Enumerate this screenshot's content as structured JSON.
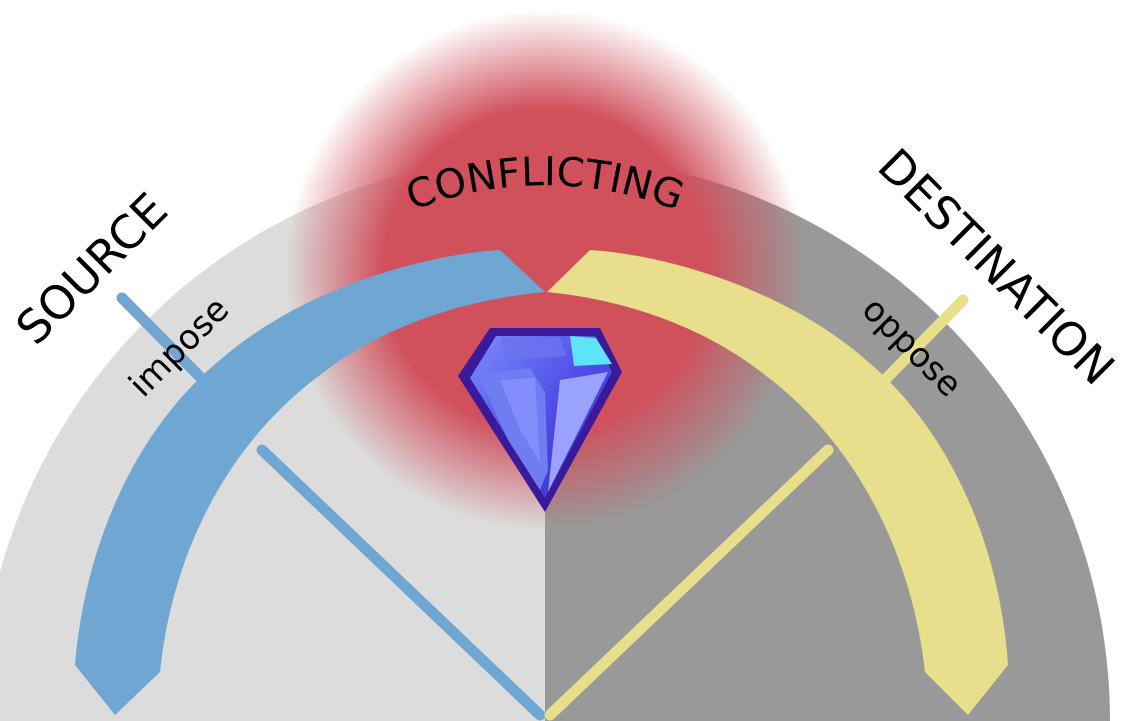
{
  "labels": {
    "source": "SOURCE",
    "destination": "DESTINATION",
    "conflicting": "CONFLICTING",
    "impose": "impose",
    "oppose": "oppose"
  },
  "colors": {
    "source_half": "#dcdcdc",
    "destination_half": "#999999",
    "conflict_glow": "#d0505c",
    "source_band": "#6fa6d2",
    "destination_band": "#e8df8c",
    "gem_outline": "#3a1a9a",
    "gem_fill": "#5a5cf0"
  },
  "icons": {
    "center": "gem-icon"
  }
}
